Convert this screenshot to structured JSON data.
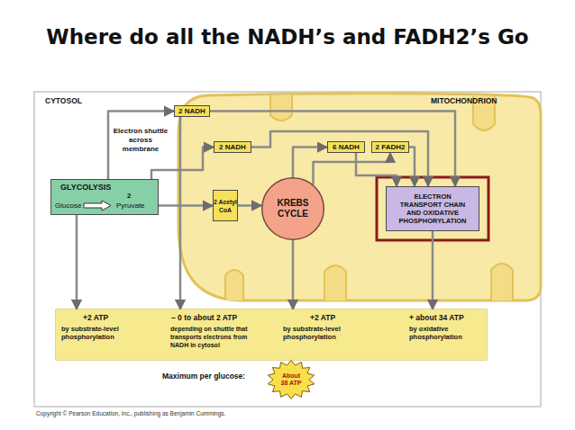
{
  "diagram": {
    "title": "Where do all the NADH’s and FADH2’s Go",
    "nodes": [
      {
        "text": [
          "2 NADH"
        ]
      },
      {
        "text": [
          "2 NADH"
        ]
      },
      {
        "text": [
          "6 NADH"
        ]
      },
      {
        "text": [
          "2 FADH2"
        ]
      },
      {
        "text": [
          "GLYCOLYSIS",
          "2",
          "Glucose",
          "Pyruvate"
        ]
      },
      {
        "text": [
          "2 Acetyl CoA"
        ]
      },
      {
        "text": [
          "KREBS CYCLE"
        ]
      },
      {
        "text": [
          "ELECTRON TRANSPORT CHAIN AND OXIDATIVE PHOSPHORYLATION"
        ]
      },
      {
        "text": [
          "+2 ATP",
          "by substrate-level phosphorylation"
        ]
      },
      {
        "text": [
          "– 0 to about 2 ATP",
          "depending on shuttle that transports electrons from NADH in cytosol"
        ]
      },
      {
        "text": [
          "+2 ATP",
          "by substrate-level phosphorylation"
        ]
      },
      {
        "text": [
          "+ about 34 ATP",
          "by oxidative phosphorylation"
        ]
      },
      {
        "text": [
          "About 38 ATP"
        ]
      }
    ],
    "edges": [
      {
        "from": 4,
        "to": 0,
        "arrow": "to"
      },
      {
        "from": 0,
        "to": 7,
        "arrow": "to"
      },
      {
        "from": 0,
        "to": 9,
        "arrow": "to"
      },
      {
        "from": 4,
        "to": 5,
        "arrow": "to"
      },
      {
        "from": 4,
        "to": 1,
        "arrow": "to"
      },
      {
        "from": 5,
        "to": 6,
        "arrow": "to"
      },
      {
        "from": 6,
        "to": 2,
        "arrow": "to"
      },
      {
        "from": 6,
        "to": 3,
        "arrow": "to"
      },
      {
        "from": 1,
        "to": 7,
        "arrow": "to"
      },
      {
        "from": 2,
        "to": 7,
        "arrow": "to"
      },
      {
        "from": 3,
        "to": 7,
        "arrow": "to"
      },
      {
        "from": 4,
        "to": 8,
        "arrow": "to"
      },
      {
        "from": 6,
        "to": 10,
        "arrow": "to"
      },
      {
        "from": 7,
        "to": 11,
        "arrow": "to"
      }
    ],
    "labels": [
      "CYTOSOL",
      "MITOCHONDRION",
      "Electron shuttle across membrane",
      "Maximum per glucose:",
      "Copyright © Pearson Education, Inc., publishing as Benjamin Cummings."
    ]
  }
}
